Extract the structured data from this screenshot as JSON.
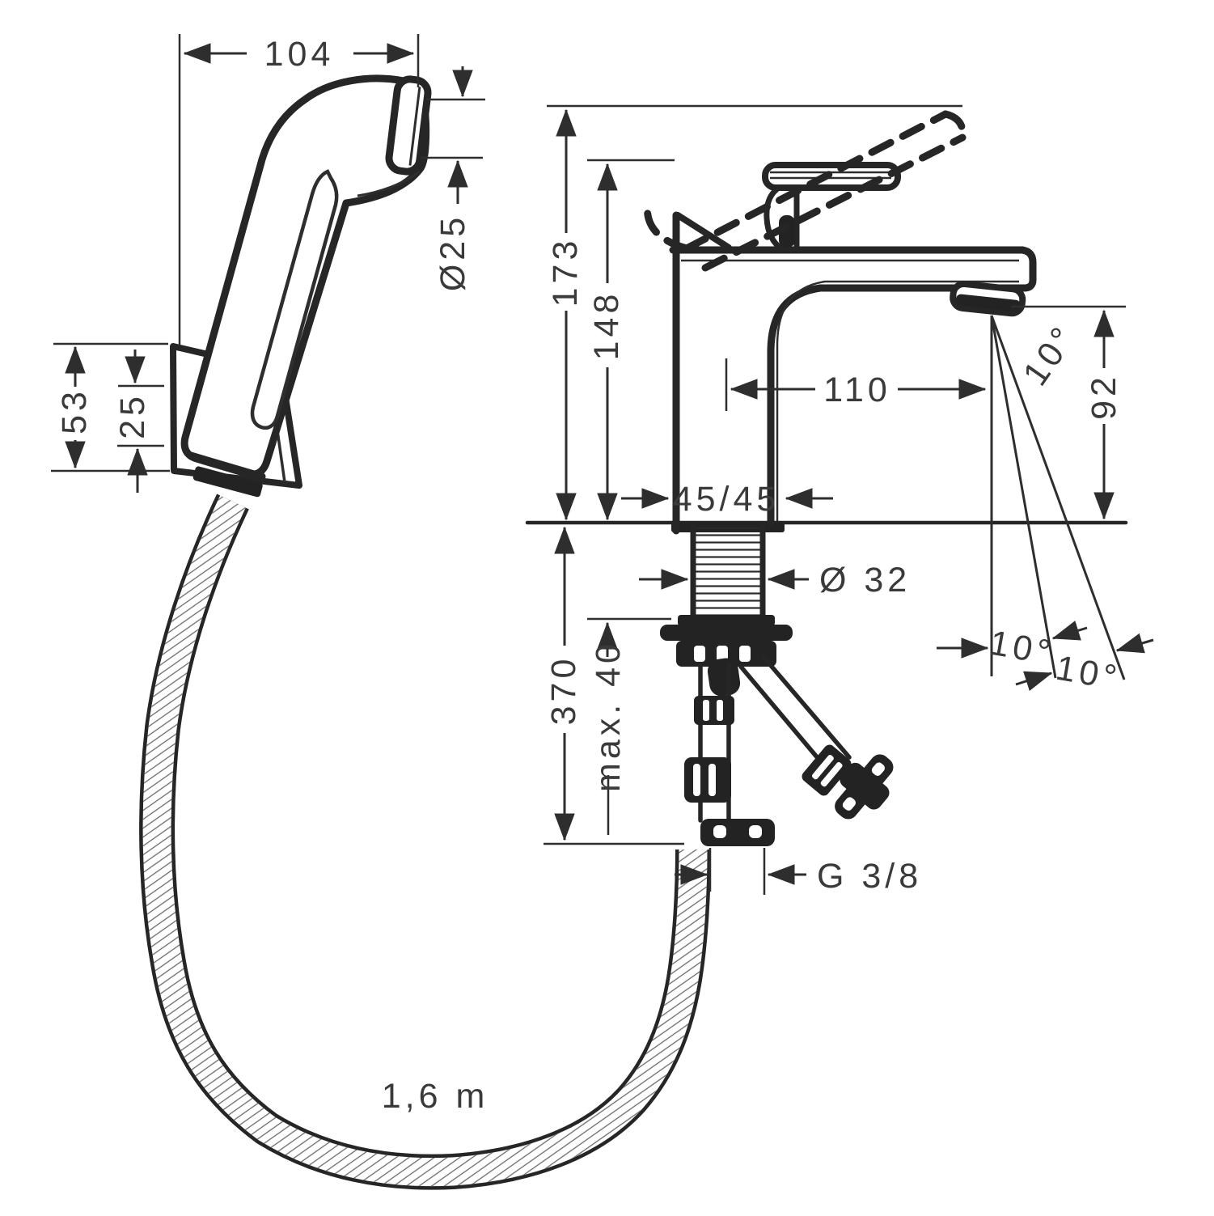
{
  "title": "Hand shower and basin mixer installation drawing",
  "colors": {
    "background": "#ffffff",
    "line": "#2b2b2b",
    "text": "#3a3a3a"
  },
  "hand_shower": {
    "head_length": "104",
    "face_diameter": "Ø25",
    "holder_height": "53",
    "holder_inner": "25",
    "hose_length": "1,6 m"
  },
  "faucet": {
    "total_height": "173",
    "body_height": "148",
    "spout_reach": "110",
    "spout_outlet_height": "92",
    "base_footprint": "45/45",
    "tap_hole_diameter": "Ø 32",
    "hose_drop_below_deck": "370",
    "max_mounting_thickness": "max. 40",
    "connection_thread": "G 3/8",
    "spout_angle": "10°",
    "spray_cone_inner": "10°",
    "spray_cone_outer": "10°"
  }
}
